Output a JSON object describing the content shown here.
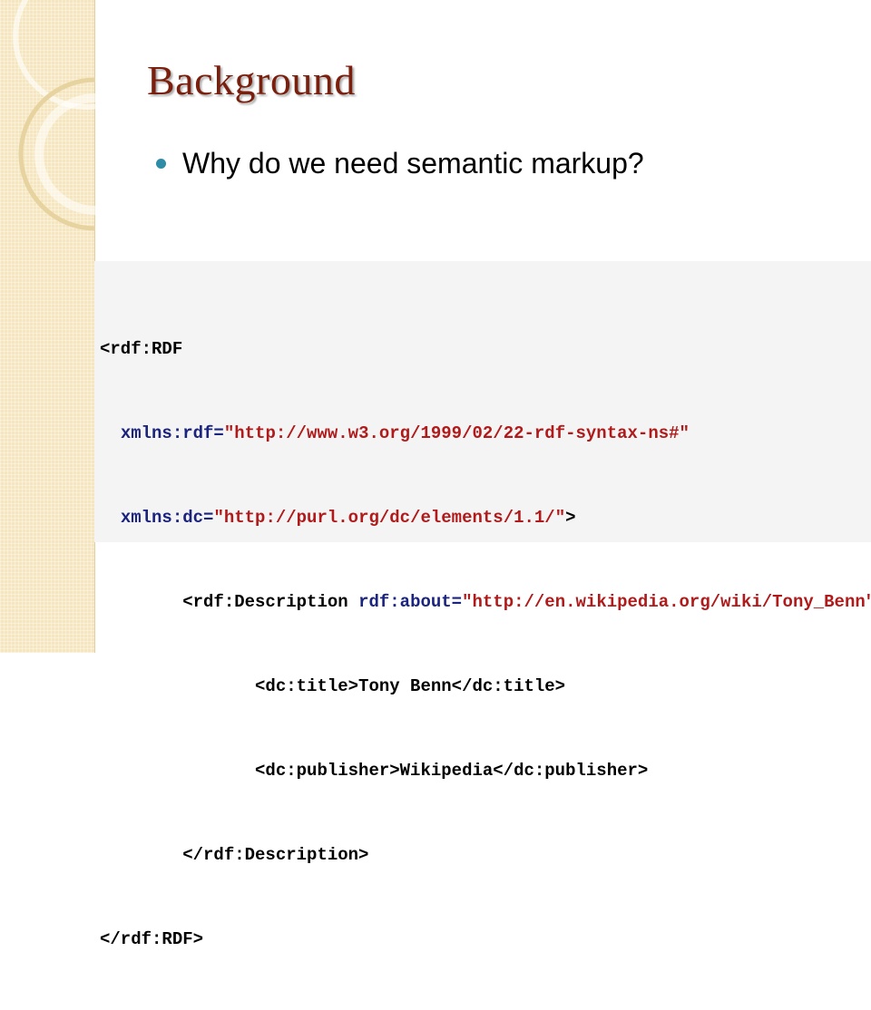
{
  "slide": {
    "title": "Background",
    "bullet": "Why do we need semantic markup?"
  },
  "code": {
    "l1_tag": "<rdf:RDF",
    "l2_attr": "xmlns:rdf=",
    "l2_val": "\"http://www.w3.org/1999/02/22-rdf-syntax-ns#\"",
    "l3_attr": "xmlns:dc=",
    "l3_val": "\"http://purl.org/dc/elements/1.1/\"",
    "l3_end": ">",
    "l4_tag": "<rdf:Description",
    "l4_attr": "rdf:about=",
    "l4_val": "\"http://en.wikipedia.org/wiki/Tony_Benn\"",
    "l4_end": ">",
    "l5": "<dc:title>Tony Benn</dc:title>",
    "l6": "<dc:publisher>Wikipedia</dc:publisher>",
    "l7": "</rdf:Description>",
    "l8": "</rdf:RDF>"
  },
  "colors": {
    "title": "#7a1f0d",
    "bullet": "#2e8ca6",
    "side_strip": "#f6e6bf"
  }
}
